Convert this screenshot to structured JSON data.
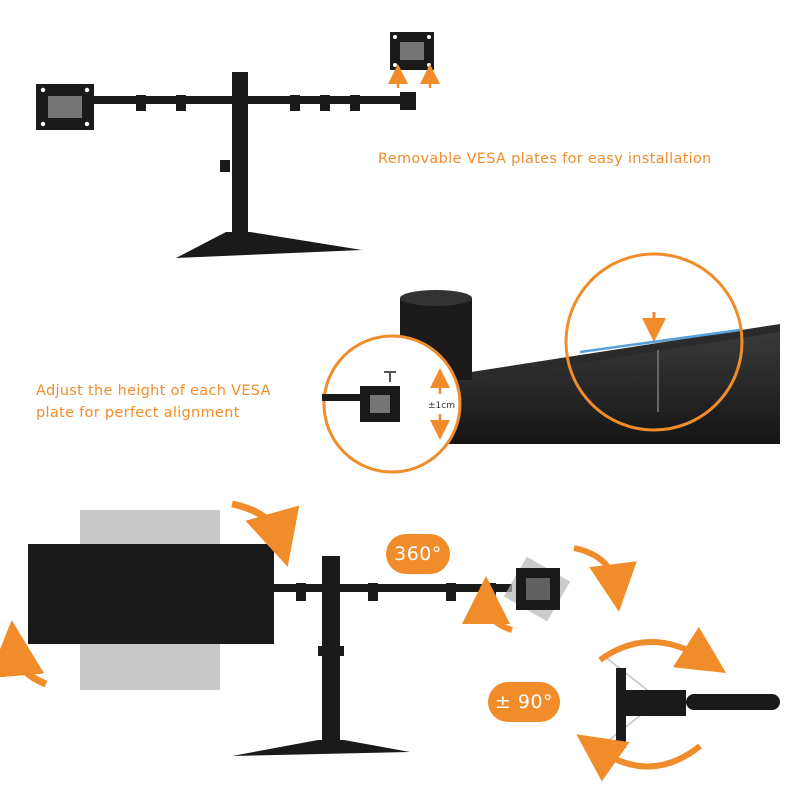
{
  "colors": {
    "accent": "#f08c2a",
    "product": "#1a1a1a",
    "ghost": "#b5b5b5"
  },
  "captions": {
    "vesa_plates": "Removable VESA plates for easy installation",
    "height_line1": "Adjust the height of each VESA",
    "height_line2": "plate for perfect alignment"
  },
  "callouts": {
    "height_tolerance": "±1cm"
  },
  "badges": {
    "swivel": "360°",
    "tilt": "± 90°"
  }
}
